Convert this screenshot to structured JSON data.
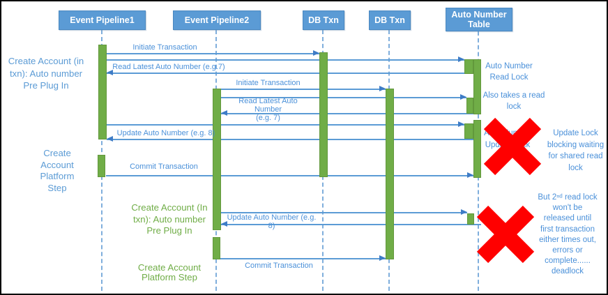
{
  "diagram": {
    "participants": [
      {
        "label": "Event Pipeline1"
      },
      {
        "label": "Event Pipeline2"
      },
      {
        "label": "DB Txn"
      },
      {
        "label": "DB Txn"
      },
      {
        "label": "Auto Number\nTable"
      }
    ],
    "messages": [
      {
        "label": "Initiate Transaction"
      },
      {
        "label": "Read Latest Auto Number (e.g.7)"
      },
      {
        "label": "Initiate Transaction"
      },
      {
        "label": "Read Latest Auto Number\n(e.g. 7)"
      },
      {
        "label": "Update Auto Number (e.g. 8)"
      },
      {
        "label": "Commit Transaction"
      },
      {
        "label": "Update Auto Number (e.g. 8)"
      },
      {
        "label": "Commit Transaction"
      }
    ],
    "step_labels": [
      {
        "label": "Create Account (in\ntxn): Auto number\nPre Plug In",
        "color": "blue"
      },
      {
        "label": "Create\nAccount\nPlatform\nStep",
        "color": "blue"
      },
      {
        "label": "Create Account (In\ntxn): Auto number\nPre Plug In",
        "color": "green"
      },
      {
        "label": "Create Account\nPlatform Step",
        "color": "green"
      }
    ],
    "annotations": [
      {
        "label": "Auto Number\nRead Lock"
      },
      {
        "label": "Also takes a read\nlock"
      },
      {
        "label": "Auto Number\nUpdate Lock"
      },
      {
        "label": "Update Lock\nblocking waiting\nfor shared read\nlock"
      },
      {
        "label": "But 2ⁿᵈ read lock\nwon't be\nreleased until\nfirst transaction\neither times out,\nerrors or\ncomplete......\ndeadlock"
      }
    ],
    "colors": {
      "participant_fill": "#5B9BD5",
      "activation_fill": "#70AD47",
      "message_line": "#5B9BD5",
      "label_blue": "#4A90D9",
      "step_green": "#70AD47",
      "error_red": "#FF0000"
    }
  }
}
